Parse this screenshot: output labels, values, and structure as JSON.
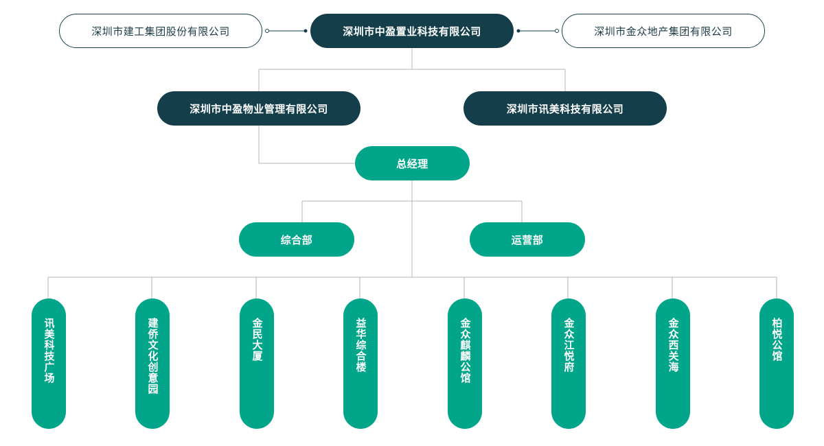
{
  "partners": {
    "left": "深圳市建工集团股份有限公司",
    "right": "深圳市金众地产集团有限公司"
  },
  "root": "深圳市中盈置业科技有限公司",
  "subsidiaries": {
    "property": "深圳市中盈物业管理有限公司",
    "xunmei": "深圳市讯美科技有限公司"
  },
  "general_manager": "总经理",
  "departments": {
    "general_affairs": "综合部",
    "operations": "运营部"
  },
  "projects": [
    "讯美科技广场",
    "建侨文化创意园",
    "金民大厦",
    "益华综合楼",
    "金众麒麟公馆",
    "金众江悦府",
    "金众西关海",
    "柏悦公馆"
  ],
  "colors": {
    "dark_teal": "#143f4a",
    "green": "#00a58a",
    "line": "#b5b5b5"
  }
}
